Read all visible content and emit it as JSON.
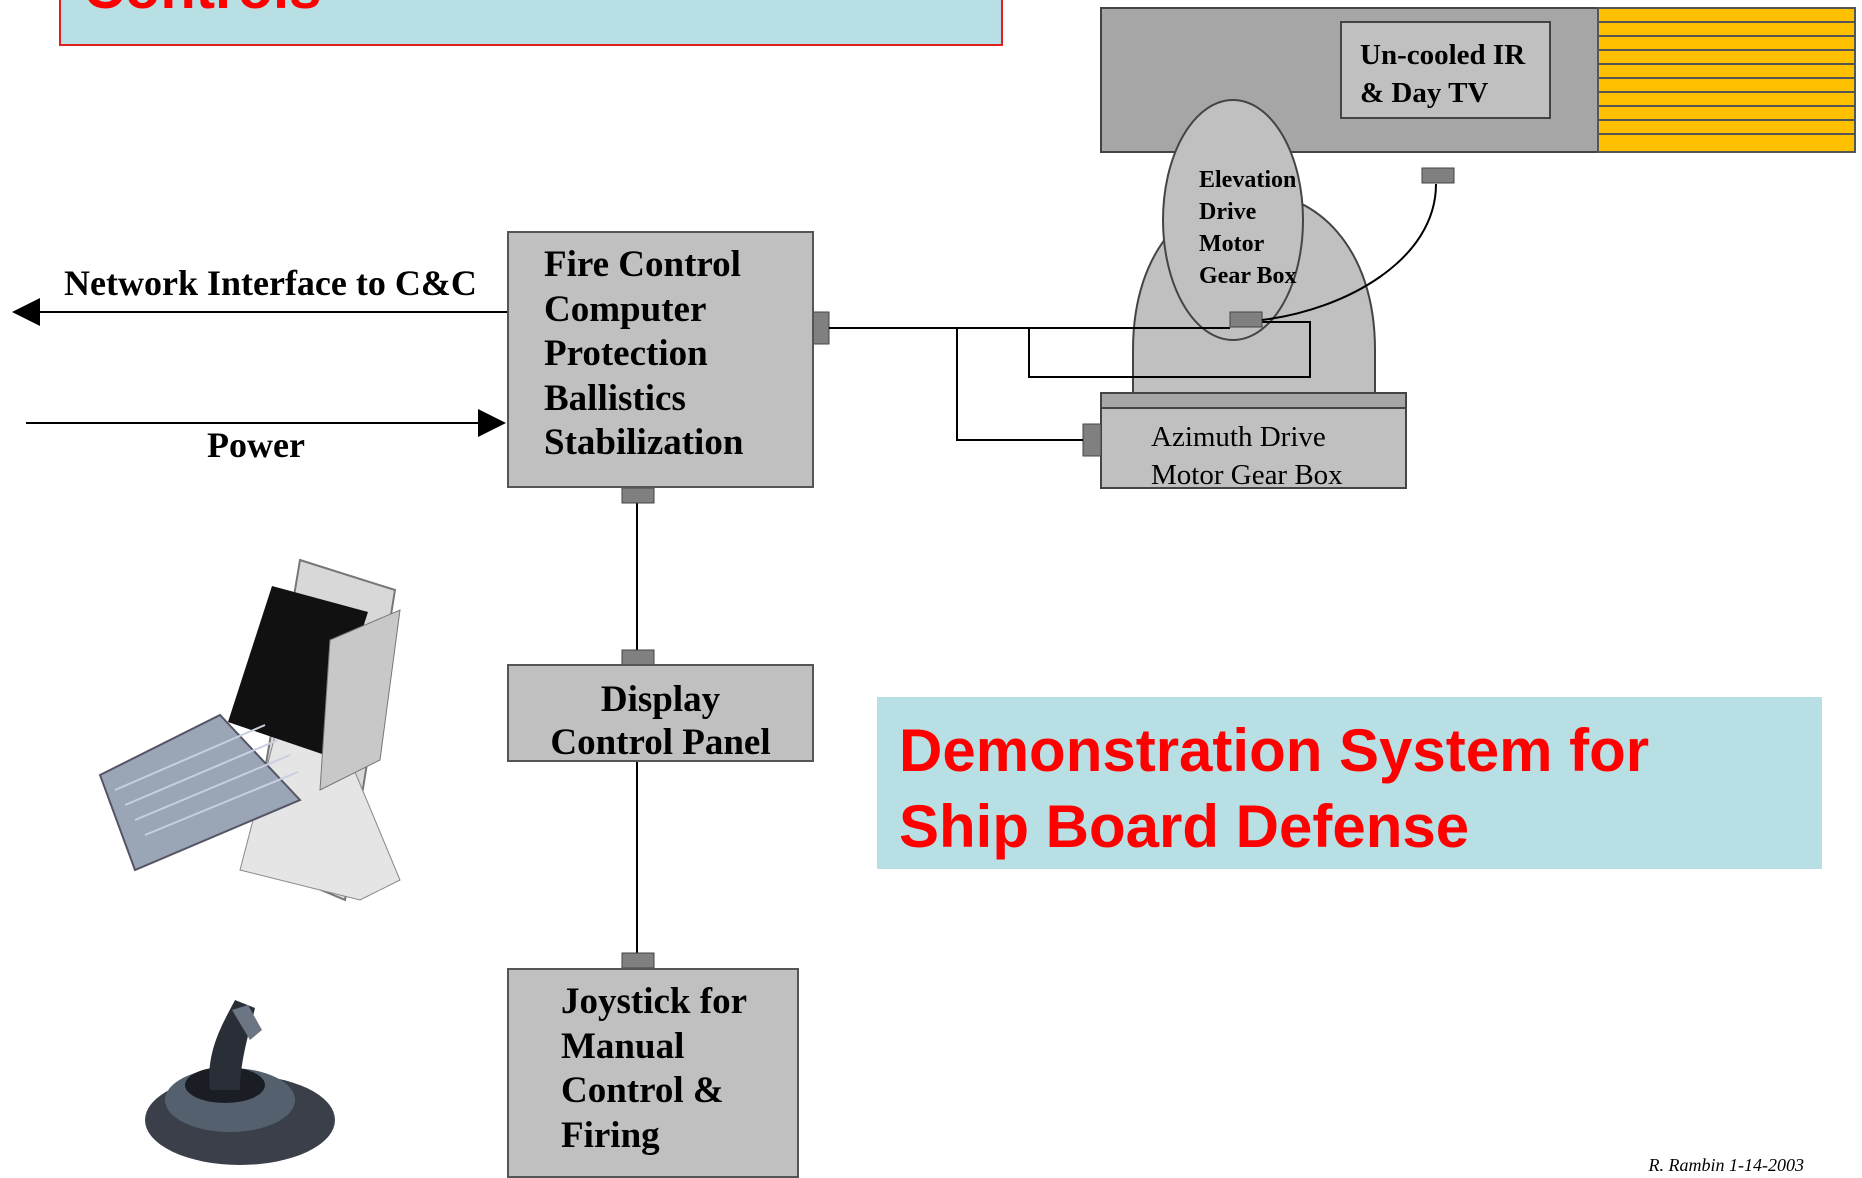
{
  "title": "Controls",
  "network_label": "Network Interface to C&C",
  "power_label": "Power",
  "fire_control": {
    "lines": [
      "Fire Control",
      "Computer",
      "Protection",
      "Ballistics",
      "Stabilization"
    ]
  },
  "display_panel": {
    "lines": [
      "Display",
      "Control Panel"
    ]
  },
  "joystick_block": {
    "lines": [
      "Joystick for",
      "Manual",
      "Control &",
      "Firing"
    ]
  },
  "sensor_label": {
    "lines": [
      "Un-cooled IR",
      "& Day TV"
    ]
  },
  "elevation_label": {
    "lines": [
      "Elevation",
      "Drive",
      "Motor",
      "Gear Box"
    ]
  },
  "azimuth_label": {
    "lines": [
      "Azimuth Drive",
      "Motor Gear Box"
    ]
  },
  "demo_caption": {
    "lines": [
      "Demonstration System for",
      "Ship Board Defense"
    ]
  },
  "credit": "R. Rambin 1-14-2003",
  "colors": {
    "title_bg": "#b8dfe3",
    "title_text": "#ff0000",
    "block_fill": "#c0c0c0",
    "housing_fill": "#a6a6a6",
    "barrel_fill": "#ffc000"
  }
}
